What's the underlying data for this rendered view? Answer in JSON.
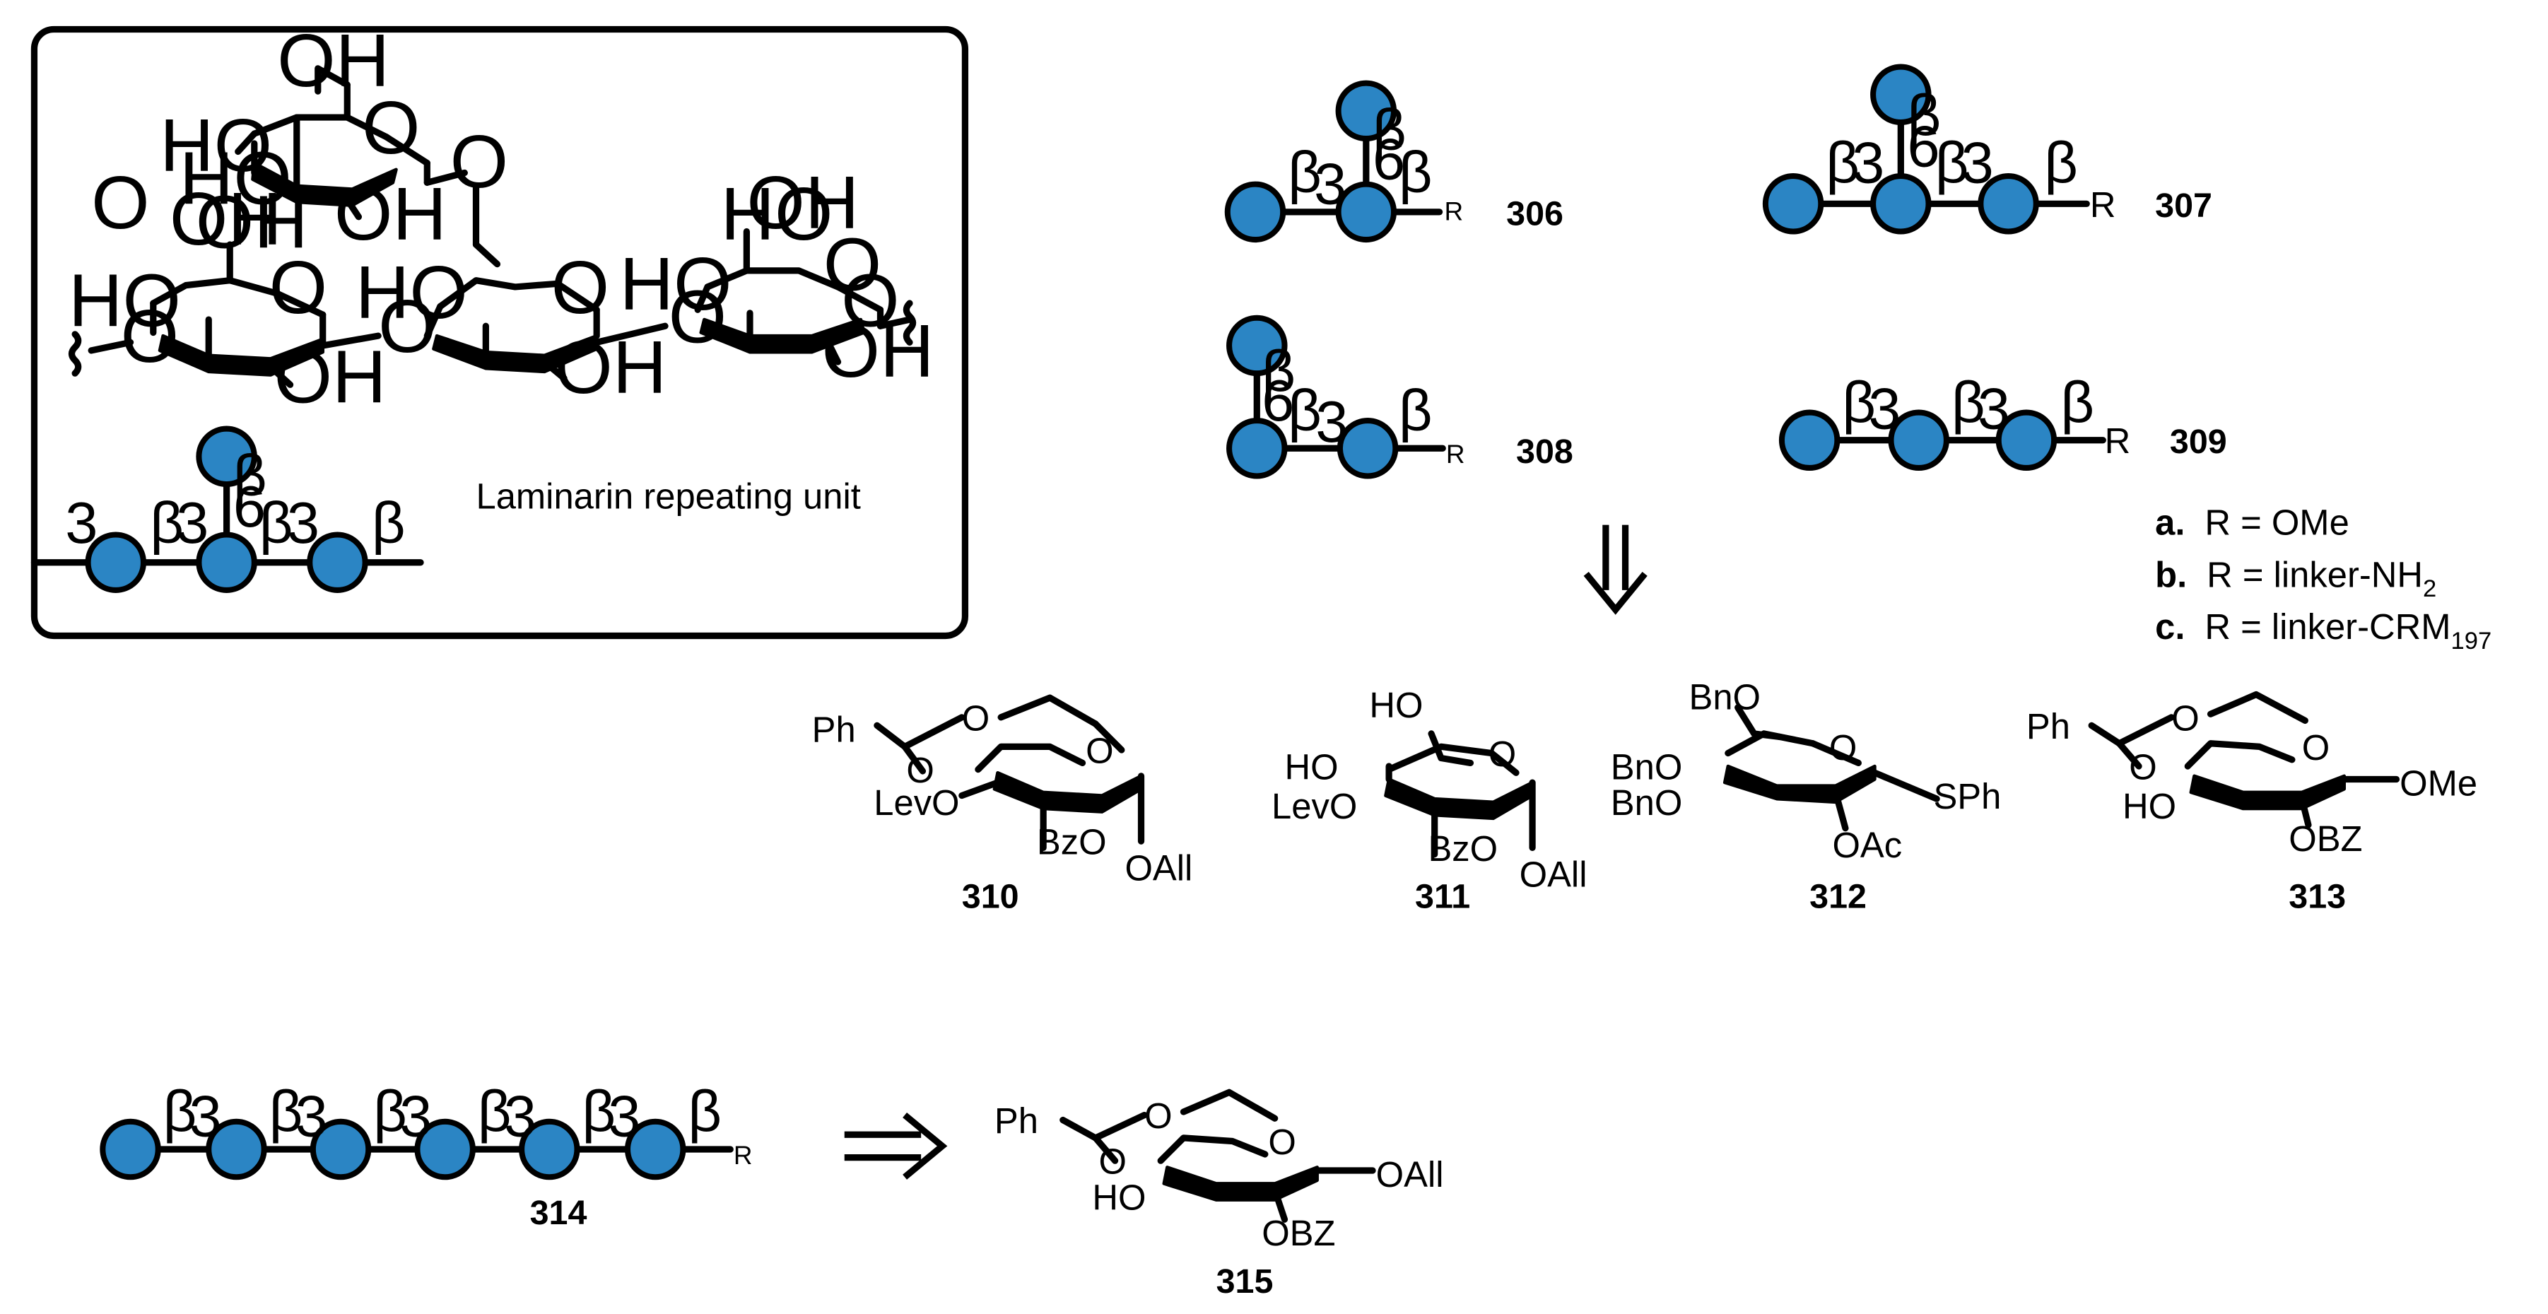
{
  "inset": {
    "title": "Laminarin repeating unit",
    "cyclic": {
      "atoms": [
        "OH",
        "HO",
        "O",
        "HO",
        "OH",
        "O",
        "OH",
        "HO",
        "O",
        "HO",
        "O",
        "O",
        "OH",
        "HO",
        "O",
        "OH",
        "HO",
        "O",
        "O",
        "OH",
        "OH",
        "O",
        "O",
        "OH"
      ]
    },
    "snfg": {
      "linkage": [
        "3",
        "β",
        "3",
        "β",
        "6",
        "β",
        "3",
        "β"
      ]
    }
  },
  "compounds": {
    "c306": {
      "label": "306",
      "r": "R",
      "linkage": [
        "β",
        "6",
        "β",
        "3",
        "β"
      ]
    },
    "c307": {
      "label": "307",
      "r": "R",
      "linkage": [
        "β",
        "6",
        "β",
        "3",
        "β",
        "3",
        "β"
      ]
    },
    "c308": {
      "label": "308",
      "r": "R",
      "linkage": [
        "β",
        "6",
        "β",
        "3",
        "β"
      ]
    },
    "c309": {
      "label": "309",
      "r": "R",
      "linkage": [
        "β",
        "3",
        "β",
        "3",
        "β"
      ]
    },
    "c314": {
      "label": "314",
      "r": "R",
      "linkage": [
        "β",
        "3",
        "β",
        "3",
        "β",
        "3",
        "β",
        "3",
        "β",
        "3",
        "β"
      ]
    }
  },
  "r_definitions": [
    {
      "key": "a.",
      "text": "R = OMe"
    },
    {
      "key": "b.",
      "text": "R = linker-NH",
      "sub": "2"
    },
    {
      "key": "c.",
      "text": "R = linker-CRM",
      "sub": "197"
    }
  ],
  "building_blocks": {
    "b310": {
      "label": "310",
      "atoms": [
        "Ph",
        "O",
        "O",
        "O",
        "LevO",
        "BzO",
        "OAll"
      ]
    },
    "b311": {
      "label": "311",
      "atoms": [
        "HO",
        "O",
        "HO",
        "LevO",
        "BzO",
        "OAll"
      ]
    },
    "b312": {
      "label": "312",
      "atoms": [
        "BnO",
        "O",
        "BnO",
        "BnO",
        "SPh",
        "OAc"
      ]
    },
    "b313": {
      "label": "313",
      "atoms": [
        "Ph",
        "O",
        "O",
        "O",
        "HO",
        "OMe",
        "OBZ"
      ]
    },
    "b315": {
      "label": "315",
      "atoms": [
        "Ph",
        "O",
        "O",
        "O",
        "HO",
        "OAll",
        "OBZ"
      ]
    }
  },
  "colors": {
    "glucose": "#2b85c4",
    "ink": "#000000"
  }
}
